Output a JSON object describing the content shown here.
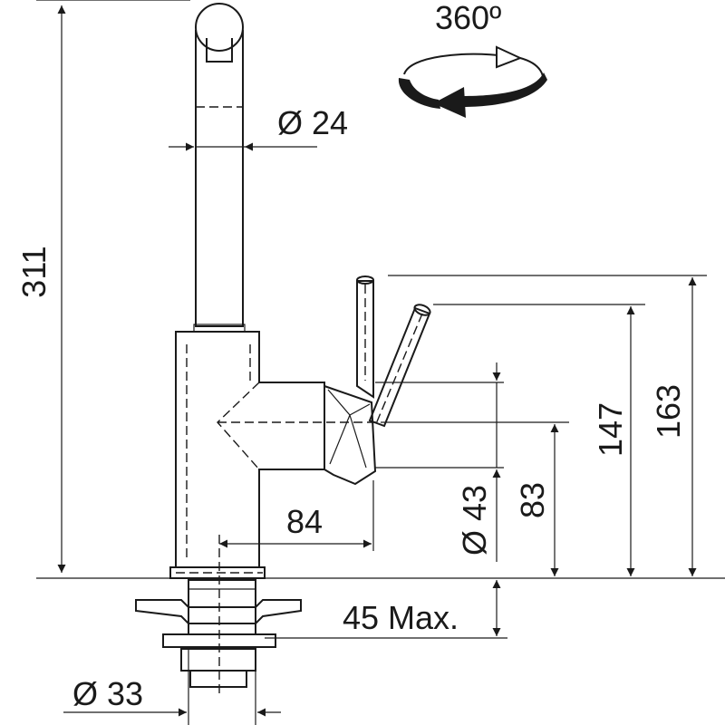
{
  "dimensions": {
    "total_height": "311",
    "rotation": "360º",
    "spout_diameter": "Ø 24",
    "body_diameter": "Ø 43",
    "spout_reach": "84",
    "handle_height": "83",
    "handle_tip_height": "147",
    "lever_height": "163",
    "mount_thickness": "45 Max.",
    "base_diameter": "Ø 33"
  },
  "colors": {
    "ink": "#1a1a1a",
    "paper": "#ffffff"
  }
}
